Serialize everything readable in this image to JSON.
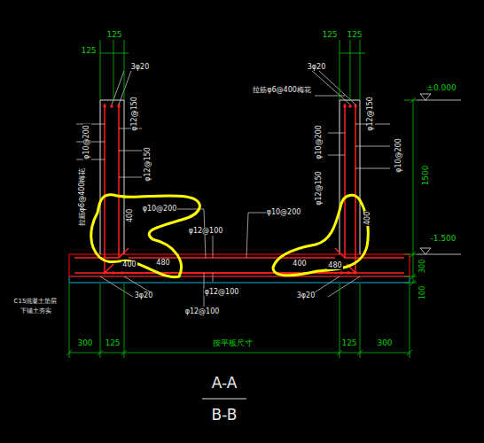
{
  "diagram": {
    "labels": [
      "125",
      "125",
      "3φ20",
      "φ12@150",
      "φ10@200",
      "拉筋φ6@400梅花",
      "φ12@150",
      "400",
      "φ10@200",
      "φ12@100",
      "400",
      "480",
      "125",
      "125",
      "3φ20",
      "拉筋φ6@400梅花",
      "φ12@150",
      "φ10@200",
      "φ12@150",
      "φ10@200",
      "400",
      "φ10@200",
      "400",
      "480",
      "φ12@100",
      "3φ20",
      "3φ20",
      "φ12@100",
      "C15混凝土垫层",
      "下铺土夯实",
      "±0.000",
      "1500",
      "-1.500",
      "300",
      "100",
      "300",
      "125",
      "按平板尺寸",
      "125",
      "300",
      "A-A",
      "B-B"
    ]
  }
}
